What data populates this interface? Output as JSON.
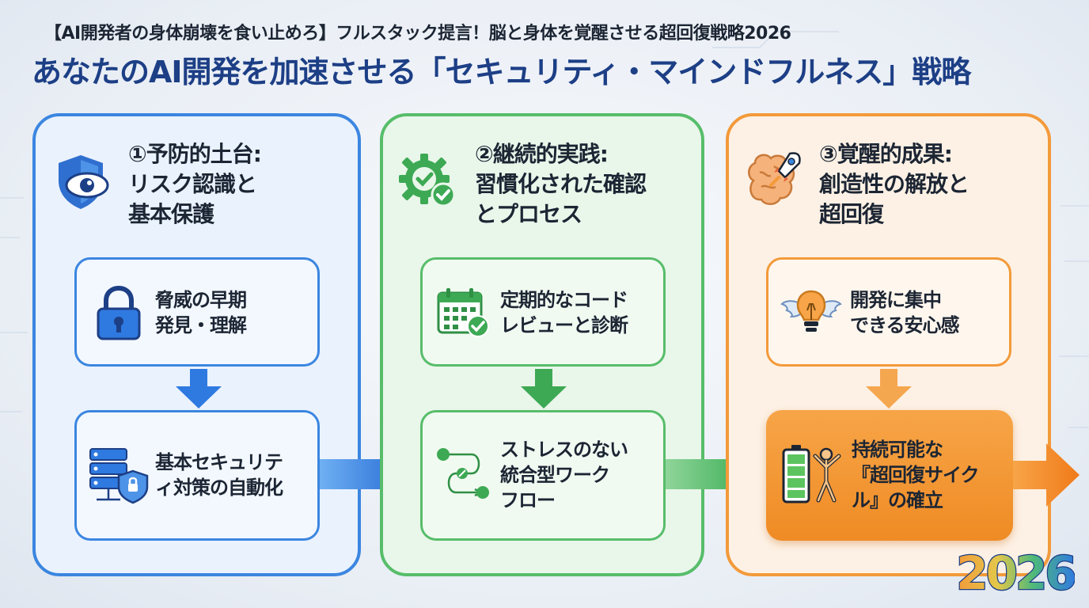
{
  "header": {
    "subtitle": "【AI開発者の身体崩壊を食い止めろ】フルスタック提言！脳と身体を覚醒させる超回復戦略2026",
    "title": "あなたのAI開発を加速させる「セキュリティ・マインドフルネス」戦略"
  },
  "columns": [
    {
      "heading": [
        "①予防的土台:",
        "リスク認識と",
        "基本保護"
      ],
      "icon": "shield-eye-icon",
      "color": "#3b86e0",
      "cards": [
        {
          "lines": [
            "脅威の早期",
            "発見・理解"
          ],
          "icon": "padlock-icon"
        },
        {
          "lines": [
            "基本セキュリテ",
            "ィ対策の自動化"
          ],
          "icon": "server-shield-icon"
        }
      ]
    },
    {
      "heading": [
        "②継続的実践:",
        "習慣化された確認",
        "とプロセス"
      ],
      "icon": "gear-check-icon",
      "color": "#57bd6a",
      "cards": [
        {
          "lines": [
            "定期的なコード",
            "レビューと診断"
          ],
          "icon": "calendar-check-icon"
        },
        {
          "lines": [
            "ストレスのない",
            "統合型ワーク",
            "フロー"
          ],
          "icon": "workflow-icon"
        }
      ]
    },
    {
      "heading": [
        "③覚醒的成果:",
        "創造性の解放と",
        "超回復"
      ],
      "icon": "brain-rocket-icon",
      "color": "#f39a3a",
      "cards": [
        {
          "lines": [
            "開発に集中",
            "できる安心感"
          ],
          "icon": "winged-lightbulb-icon"
        },
        {
          "lines": [
            "持続可能な",
            "『超回復サイク",
            "ル』の確立"
          ],
          "icon": "battery-person-icon"
        }
      ]
    }
  ],
  "badge": {
    "year": "2026"
  }
}
